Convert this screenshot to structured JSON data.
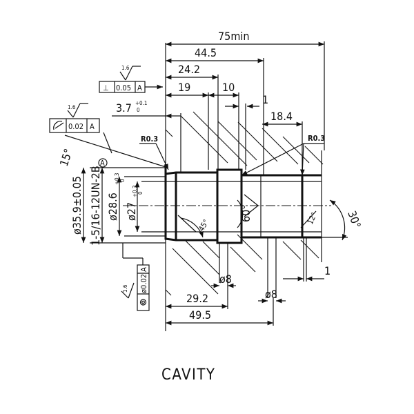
{
  "dimensions": {
    "overall_length": "75min",
    "length_44_5": "44.5",
    "length_24_2": "24.2",
    "length_19": "19",
    "length_10": "10",
    "length_1_top": "1",
    "length_18_4": "18.4",
    "length_3_7": "3.7",
    "length_3_7_tol_upper": "+0.1",
    "length_3_7_tol_lower": "0",
    "length_29_2": "29.2",
    "length_49_5": "49.5",
    "length_1_right": "1",
    "dia_8_left": "ø8",
    "dia_8_right": "ø8",
    "dia_35_9": "ø35.9±0.05",
    "thread": "1-5/16-12UN-2B",
    "dia_28_6": "ø28.6",
    "dia_28_6_tol_upper": "+0.3",
    "dia_28_6_tol_lower": "0",
    "dia_27": "ø27",
    "dia_27_tol_upper": "+0.3",
    "dia_27_tol_lower": "0"
  },
  "angles": {
    "chamfer_15": "15°",
    "cone_60": "60°",
    "angle_30": "30°",
    "angle_12": "12°",
    "angle_45": "45°"
  },
  "radii": {
    "left": "R0.3",
    "right": "R0.3"
  },
  "roughness": {
    "perp_frame": "1.6",
    "profile_frame": "1.6",
    "coax_frame": "1.6"
  },
  "tolerance_frames": {
    "perpendicularity": {
      "symbol": "⊥",
      "value": "0.05",
      "datum": "A"
    },
    "profile": {
      "value": "0.02",
      "datum": "A"
    },
    "coaxiality": {
      "value": "ø0.02",
      "datum": "A"
    }
  },
  "datum_label": "A",
  "caption": "CAVITY"
}
